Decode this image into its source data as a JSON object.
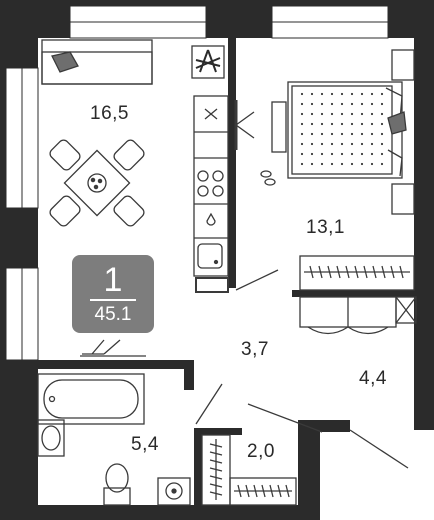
{
  "apartment": {
    "rooms": "1",
    "total_area": "45.1"
  },
  "rooms": {
    "living_kitchen": "16,5",
    "bedroom": "13,1",
    "hallway": "3,7",
    "loggia": "4,4",
    "bathroom": "5,4",
    "wardrobe": "2,0"
  },
  "colors": {
    "wall": "#2b2b2b",
    "badge": "#7d7d7d",
    "furniture_stroke": "#3a3a3a"
  }
}
